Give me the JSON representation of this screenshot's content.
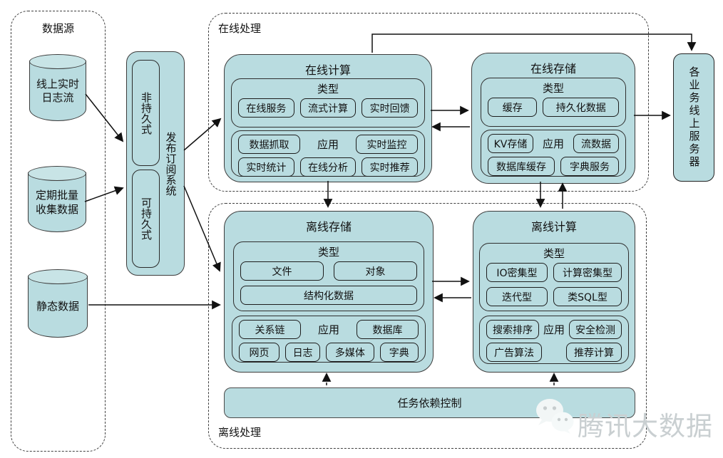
{
  "colors": {
    "box_fill": "#b9dce0",
    "cyl_top_fill": "#c8e4e6",
    "box_border": "#3c3c3c",
    "chip_border": "#1d1d1d",
    "dashed_border": "#3f3f3f",
    "arrow_color": "#111111",
    "watermark_color": "#c9cfd1",
    "background": "#ffffff"
  },
  "datasource": {
    "label": "数据源",
    "cylinders": [
      {
        "label": "线上实时\n日志流"
      },
      {
        "label": "定期批量\n收集数据"
      },
      {
        "label": "静态数据"
      }
    ]
  },
  "pubsub": {
    "label": "发布订阅系统",
    "modes": [
      {
        "label": "非持久式"
      },
      {
        "label": "可持久式"
      }
    ]
  },
  "online": {
    "label": "在线处理",
    "compute": {
      "title": "在线计算",
      "type_group": {
        "title": "类型",
        "items": [
          "在线服务",
          "流式计算",
          "实时回馈"
        ]
      },
      "app_group": {
        "title": "应用",
        "items": [
          "数据抓取",
          "实时监控",
          "实时统计",
          "在线分析",
          "实时推荐"
        ]
      }
    },
    "storage": {
      "title": "在线存储",
      "type_group": {
        "title": "类型",
        "items": [
          "缓存",
          "持久化数据"
        ]
      },
      "app_group": {
        "title": "应用",
        "items": [
          "KV存储",
          "流数据",
          "数据库缓存",
          "字典服务"
        ]
      }
    }
  },
  "offline": {
    "label": "离线处理",
    "storage": {
      "title": "离线存储",
      "type_group": {
        "title": "类型",
        "items": [
          "文件",
          "对象",
          "结构化数据"
        ]
      },
      "app_group": {
        "title": "应用",
        "items": [
          "关系链",
          "数据库",
          "网页",
          "日志",
          "多媒体",
          "字典"
        ]
      }
    },
    "compute": {
      "title": "离线计算",
      "type_group": {
        "title": "类型",
        "items": [
          "IO密集型",
          "计算密集型",
          "迭代型",
          "类SQL型"
        ]
      },
      "app_group": {
        "title": "应用",
        "items": [
          "搜索排序",
          "安全检测",
          "广告算法",
          "推荐计算"
        ]
      }
    },
    "task_control": {
      "label": "任务依赖控制"
    }
  },
  "servers": {
    "label": "各业务线上服务器"
  },
  "watermark": {
    "label": "腾讯大数据",
    "icon": "wechat-icon"
  }
}
